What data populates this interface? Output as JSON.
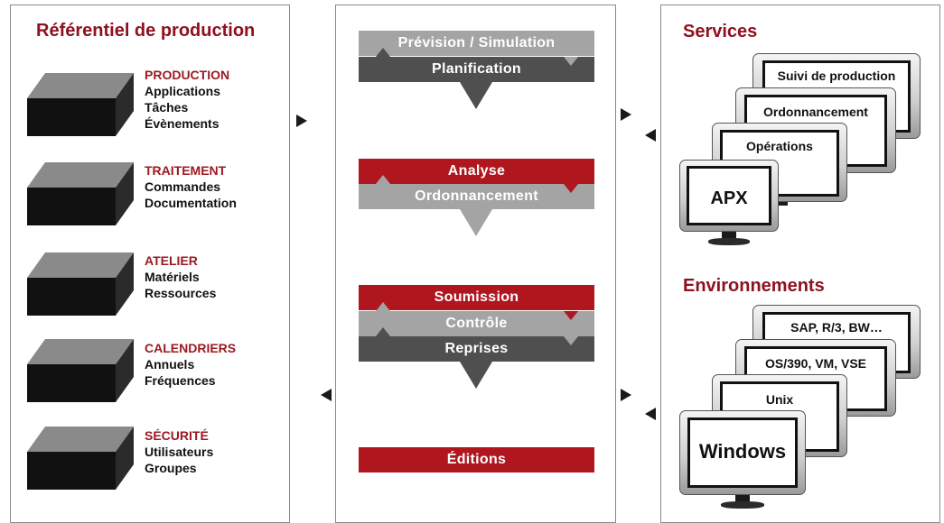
{
  "left": {
    "title": "Référentiel de production",
    "categories": [
      {
        "title": "PRODUCTION",
        "items": [
          "Applications",
          "Tâches",
          "Évènements"
        ]
      },
      {
        "title": "TRAITEMENT",
        "items": [
          "Commandes",
          "Documentation"
        ]
      },
      {
        "title": "ATELIER",
        "items": [
          "Matériels",
          "Ressources"
        ]
      },
      {
        "title": "CALENDRIERS",
        "items": [
          "Annuels",
          "Fréquences"
        ]
      },
      {
        "title": "SÉCURITÉ",
        "items": [
          "Utilisateurs",
          "Groupes"
        ]
      }
    ]
  },
  "middle": {
    "steps": [
      {
        "label": "Prévision / Simulation",
        "color": "gray"
      },
      {
        "label": "Planification",
        "color": "dark"
      },
      {
        "label": "Analyse",
        "color": "red"
      },
      {
        "label": "Ordonnancement",
        "color": "gray"
      },
      {
        "label": "Soumission",
        "color": "red"
      },
      {
        "label": "Contrôle",
        "color": "gray"
      },
      {
        "label": "Reprises",
        "color": "dark"
      },
      {
        "label": "Éditions",
        "color": "red"
      }
    ]
  },
  "right": {
    "services": {
      "title": "Services",
      "screens": [
        "Suivi de production",
        "Ordonnancement",
        "Opérations",
        "APX"
      ]
    },
    "environments": {
      "title": "Environnements",
      "screens": [
        "SAP, R/3, BW…",
        "OS/390, VM, VSE",
        "Unix",
        "Windows"
      ]
    }
  },
  "colors": {
    "accent_red": "#b0161e",
    "title_red": "#8f1120",
    "bar_gray": "#a4a4a4",
    "bar_dark": "#4f4f4f"
  }
}
